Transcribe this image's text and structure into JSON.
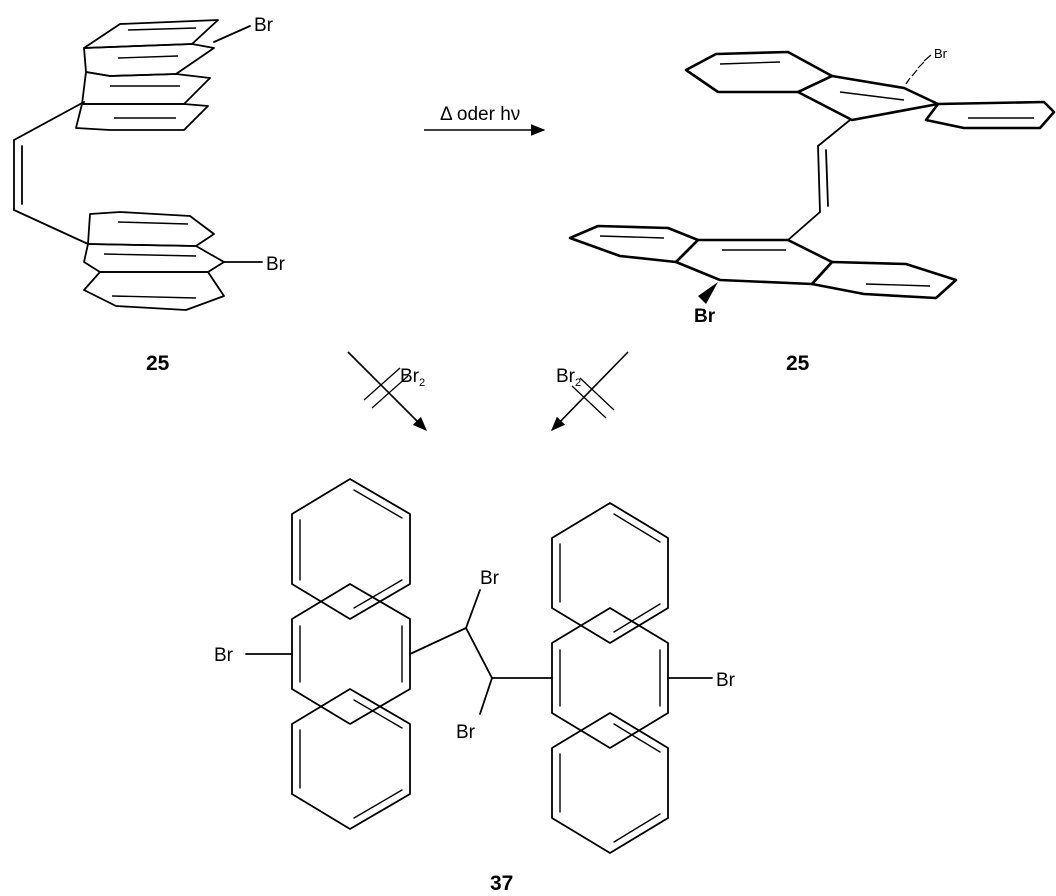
{
  "labels": {
    "br": "Br",
    "br2": "Br",
    "br2_sub": "2",
    "condition": "Δ oder hν",
    "compound_top_left": "25",
    "compound_top_right": "25",
    "compound_bottom": "37"
  },
  "colors": {
    "ring_dark": "#8a8a8a",
    "ring_mid": "#b5b5b5",
    "ring_light": "#e2e2e2",
    "line": "#000000"
  }
}
